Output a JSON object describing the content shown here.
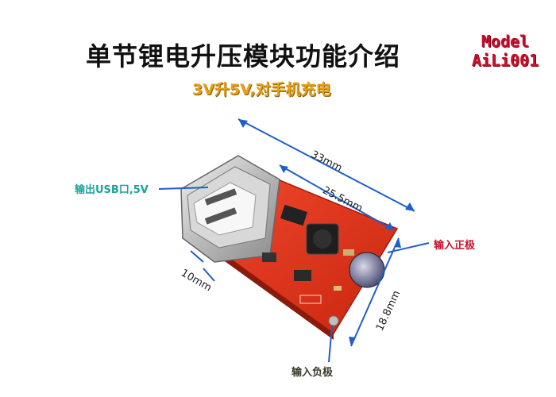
{
  "title": "单节锂电升压模块功能介绍",
  "subtitle": "3V升5V,对手机充电",
  "model": {
    "line1": "Model",
    "line2": "AiLi001"
  },
  "labels": {
    "usb": "输出USB口,5V",
    "positive": "输入正极",
    "negative": "输入负极"
  },
  "dimensions": {
    "total_length": "33mm",
    "board_length": "25.5mm",
    "usb_height": "10mm",
    "width": "18.8mm"
  },
  "colors": {
    "pcb": "#e8361f",
    "title": "#111111",
    "subtitle": "#e6a21a",
    "model": "#c8102e",
    "usb_label": "#1aa39a",
    "positive_label": "#c8102e"
  }
}
